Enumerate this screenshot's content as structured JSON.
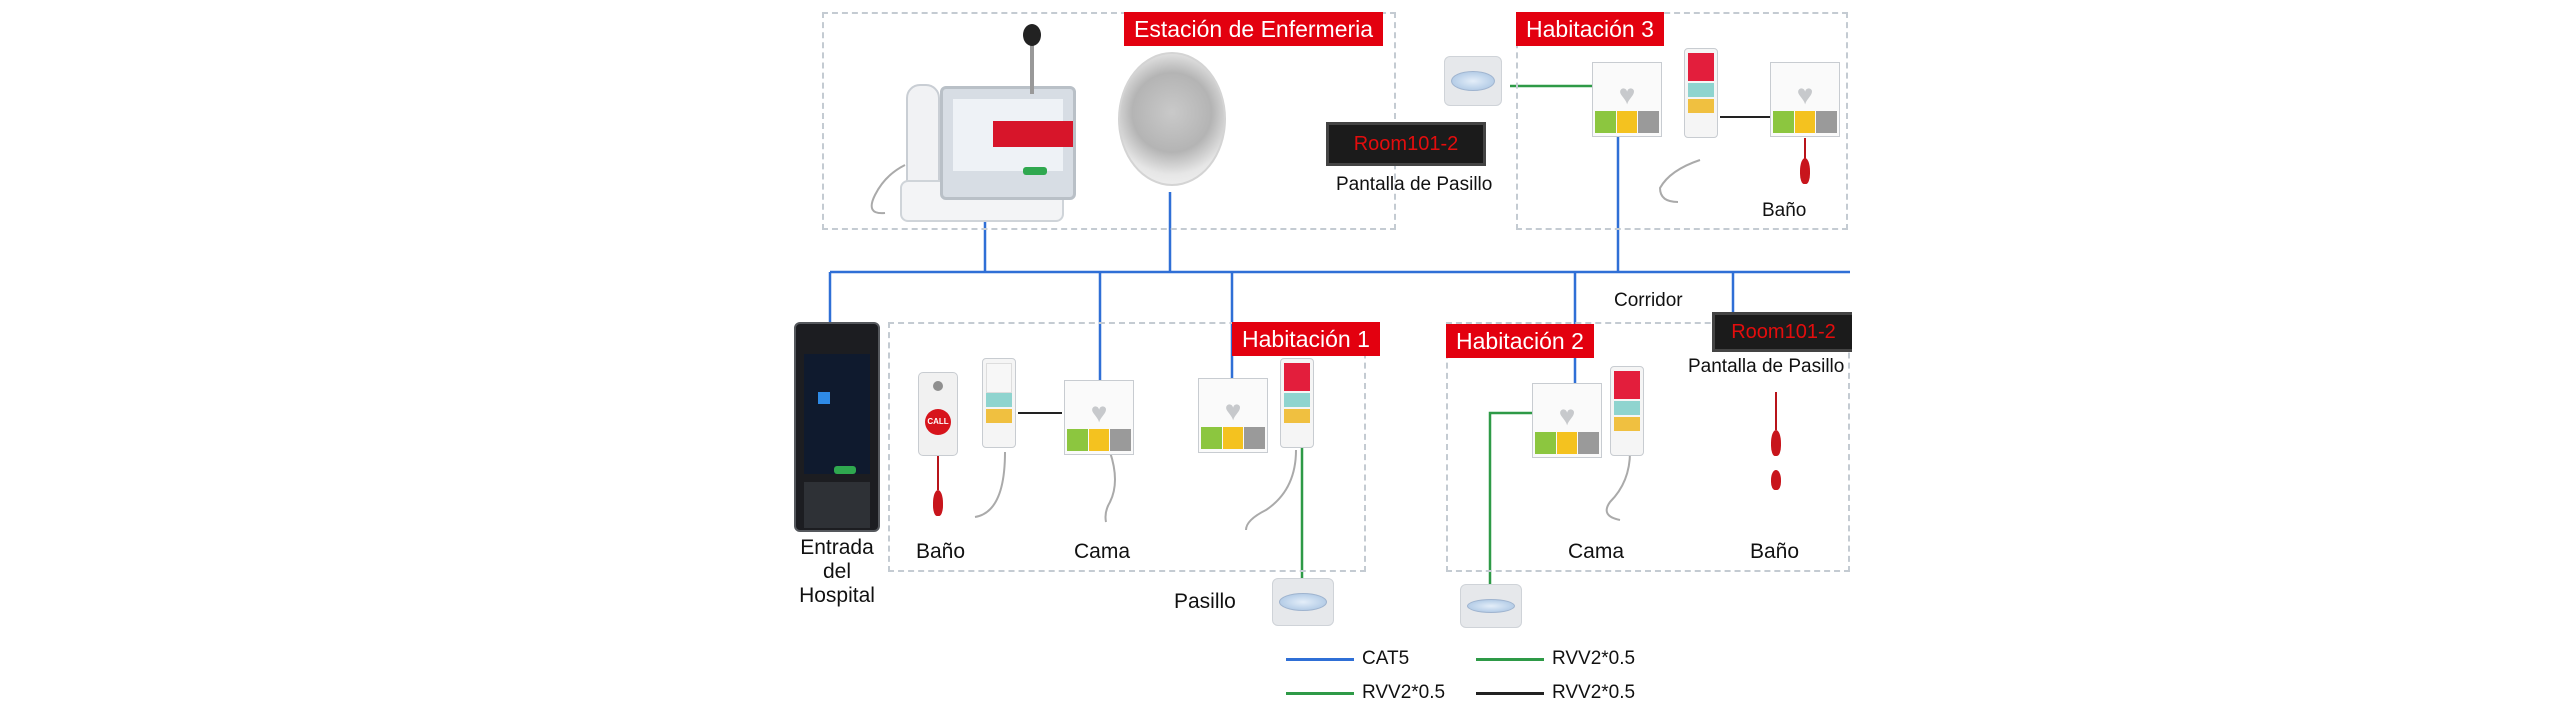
{
  "colors": {
    "cat5": "#2f6fd6",
    "rvv_green": "#2e9a47",
    "rvv_black": "#222222",
    "tag_red": "#e3000f",
    "frame_dash": "#c4cbd2"
  },
  "nurse_station": {
    "title": "Estación de Enfermeria",
    "corridor_display_text": "Room101-2",
    "corridor_display_caption": "Pantalla de Pasillo"
  },
  "room3": {
    "title": "Habitación 3",
    "bath_label": "Baño"
  },
  "corridor_label": "Corridor",
  "corridor_display2": {
    "text": "Room101-2",
    "caption": "Pantalla de Pasillo"
  },
  "entrance": {
    "label_line1": "Entrada",
    "label_line2": "del",
    "label_line3": "Hospital"
  },
  "room1": {
    "title": "Habitación 1",
    "bath_label": "Baño",
    "bed_label": "Cama",
    "call_button_text": "CALL"
  },
  "room2": {
    "title": "Habitación 2",
    "bed_label": "Cama",
    "bath_label": "Baño"
  },
  "corridor_lamp_label": "Pasillo",
  "legend": [
    {
      "label": "CAT5",
      "color": "#2f6fd6"
    },
    {
      "label": "RVV2*0.5",
      "color": "#2e9a47"
    },
    {
      "label": "RVV2*0.5",
      "color": "#2e9a47"
    },
    {
      "label": "RVV2*0.5",
      "color": "#222222"
    }
  ]
}
